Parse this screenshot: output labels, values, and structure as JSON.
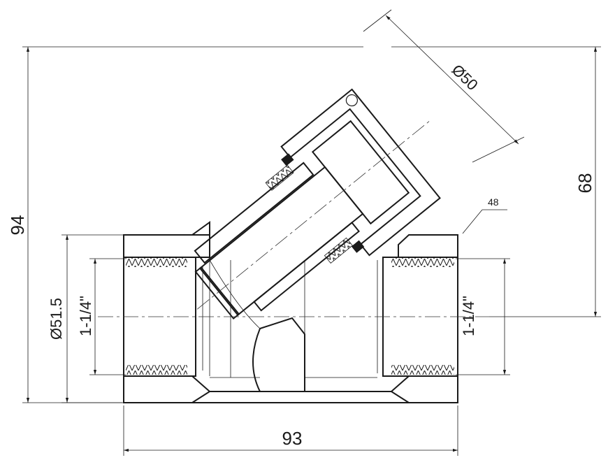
{
  "drawing": {
    "dimensions": {
      "overall_height": "94",
      "height_to_axis": "68",
      "overall_length": "93",
      "cap_diameter": "Ø50",
      "outer_diameter": "Ø51.5",
      "thread_left": "1-1/4\"",
      "thread_right": "1-1/4\"",
      "angle_note": "48"
    }
  }
}
